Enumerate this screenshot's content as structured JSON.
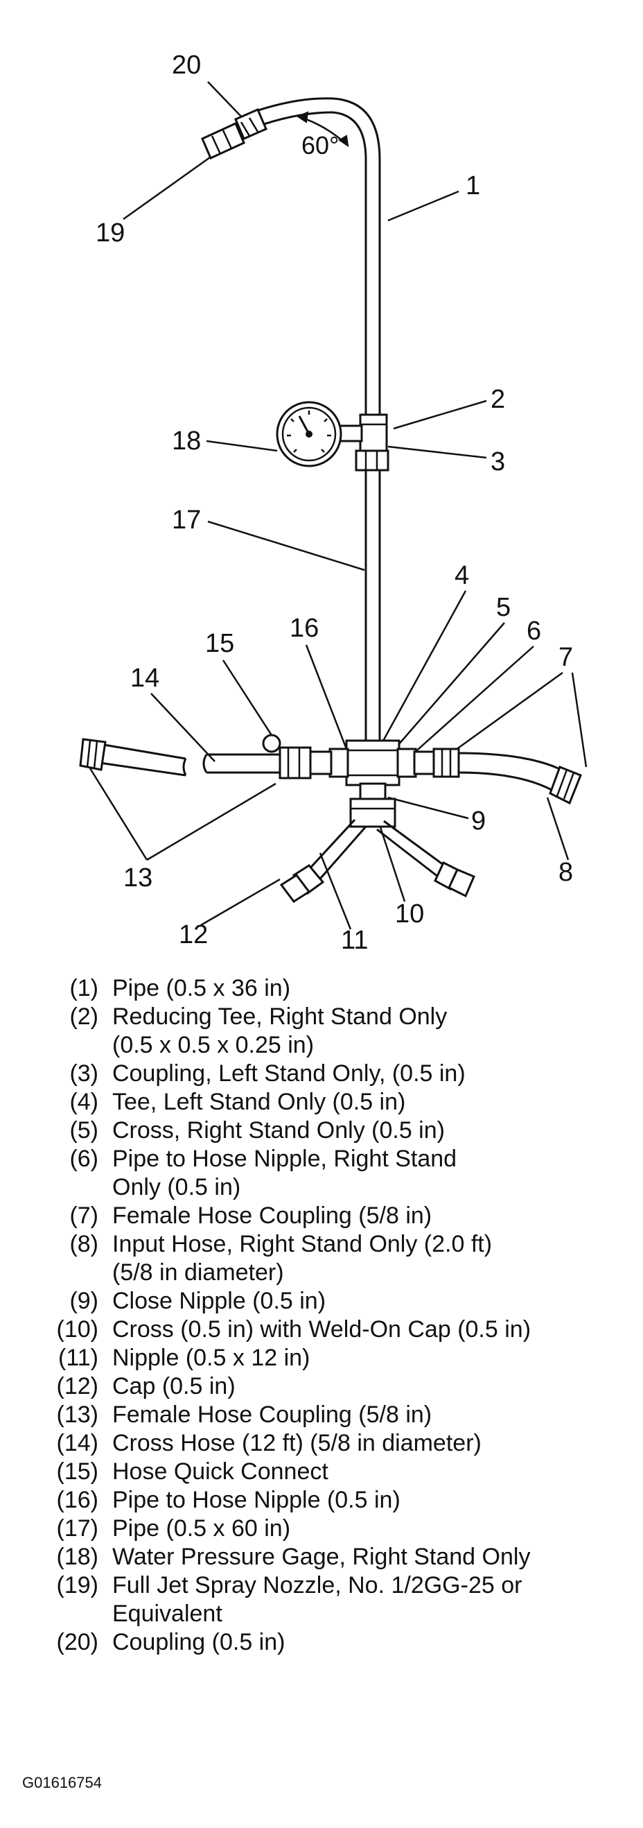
{
  "diagram": {
    "angle_label": "60°",
    "callouts": [
      "20",
      "19",
      "1",
      "2",
      "3",
      "18",
      "17",
      "4",
      "5",
      "6",
      "7",
      "16",
      "15",
      "14",
      "13",
      "12",
      "11",
      "10",
      "9",
      "8"
    ]
  },
  "legend": [
    {
      "num": "(1)",
      "text": "Pipe (0.5 x 36 in)"
    },
    {
      "num": "(2)",
      "text": "Reducing Tee, Right Stand Only\n(0.5 x 0.5 x 0.25 in)"
    },
    {
      "num": "(3)",
      "text": "Coupling, Left Stand Only, (0.5 in)"
    },
    {
      "num": "(4)",
      "text": "Tee, Left Stand Only (0.5 in)"
    },
    {
      "num": "(5)",
      "text": "Cross, Right Stand Only (0.5 in)"
    },
    {
      "num": "(6)",
      "text": "Pipe to Hose Nipple, Right Stand\nOnly (0.5 in)"
    },
    {
      "num": "(7)",
      "text": "Female Hose Coupling (5/8 in)"
    },
    {
      "num": "(8)",
      "text": "Input Hose, Right Stand Only (2.0 ft)\n(5/8 in diameter)"
    },
    {
      "num": "(9)",
      "text": "Close Nipple (0.5 in)"
    },
    {
      "num": "(10)",
      "text": "Cross (0.5 in) with Weld-On Cap (0.5 in)"
    },
    {
      "num": "(11)",
      "text": "Nipple (0.5 x 12 in)"
    },
    {
      "num": "(12)",
      "text": "Cap (0.5 in)"
    },
    {
      "num": "(13)",
      "text": "Female Hose Coupling (5/8 in)"
    },
    {
      "num": "(14)",
      "text": "Cross Hose (12 ft) (5/8 in diameter)"
    },
    {
      "num": "(15)",
      "text": "Hose Quick Connect"
    },
    {
      "num": "(16)",
      "text": "Pipe to Hose Nipple (0.5 in)"
    },
    {
      "num": "(17)",
      "text": "Pipe (0.5 x 60 in)"
    },
    {
      "num": "(18)",
      "text": "Water Pressure Gage, Right Stand Only"
    },
    {
      "num": "(19)",
      "text": "Full Jet Spray Nozzle, No. 1/2GG-25 or\nEquivalent"
    },
    {
      "num": "(20)",
      "text": "Coupling (0.5 in)"
    }
  ],
  "figure_id": "G01616754"
}
